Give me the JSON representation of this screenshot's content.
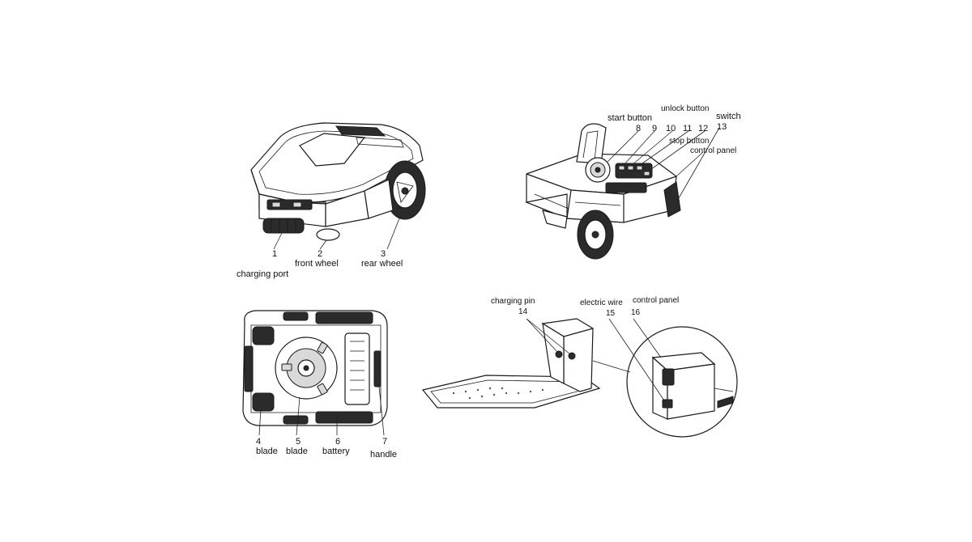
{
  "labels": {
    "n1": "1",
    "charging_port": "charging port",
    "n2": "2",
    "front_wheel": "front wheel",
    "n3": "3",
    "rear_wheel": "rear wheel",
    "start_button": "start button",
    "n8": "8",
    "n9": "9",
    "unlock_button": "unlock button",
    "n10": "10",
    "n11": "11",
    "n12": "12",
    "switch": "switch",
    "n13": "13",
    "stop_button": "stop button",
    "control_panel_top": "control panel",
    "n4": "4",
    "blade_4": "blade",
    "n5": "5",
    "blade_5": "blade",
    "n6": "6",
    "battery": "battery",
    "n7": "7",
    "handle": "handle",
    "charging_pin": "charging pin",
    "n14": "14",
    "electric_wire": "electric wire",
    "n15": "15",
    "control_panel_dock": "control panel",
    "n16": "16"
  }
}
